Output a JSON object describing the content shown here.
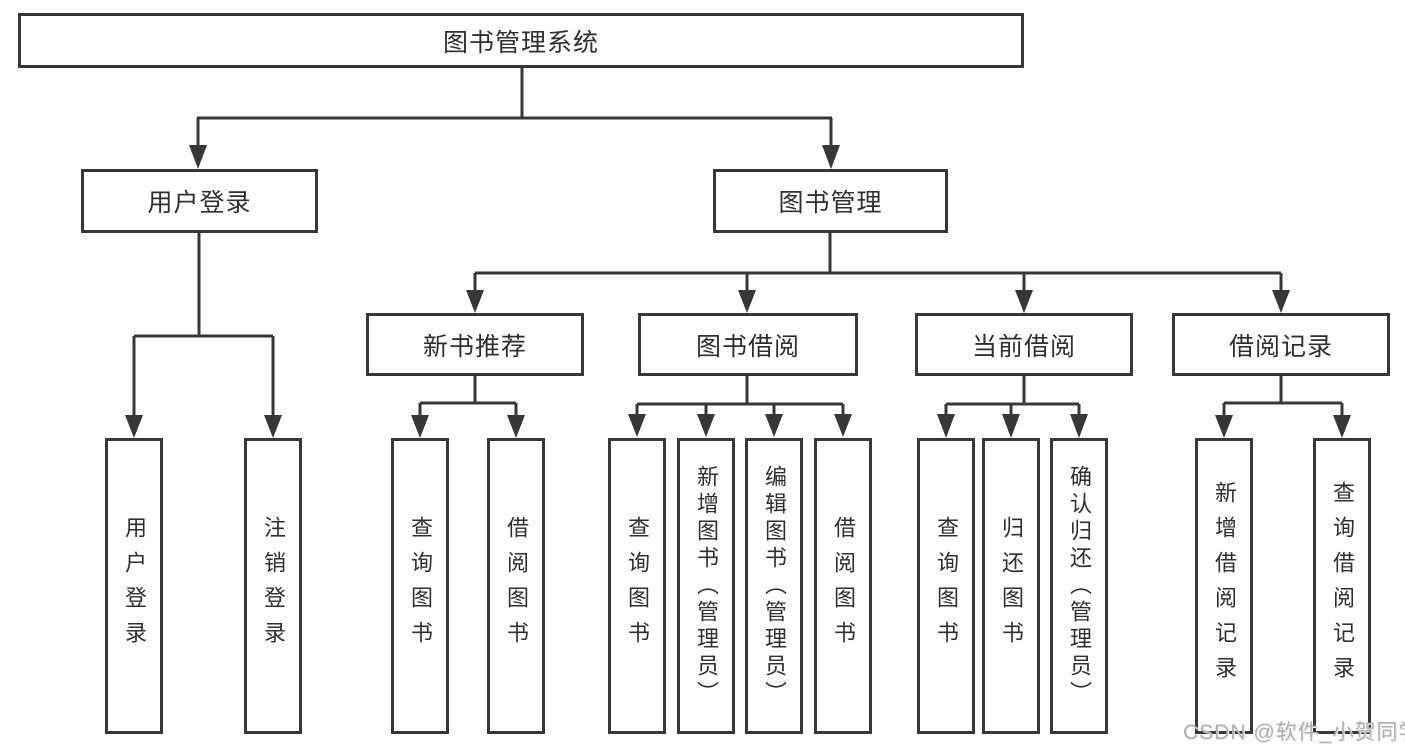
{
  "watermark": "CSDN @软件_小贺同学",
  "colors": {
    "line": "#373737",
    "text": "#2f2f2f",
    "box_background": "#ffffff",
    "watermark": "#b0b0b0"
  },
  "tree": {
    "root": "图书管理系统",
    "branches": [
      {
        "label": "用户登录",
        "children": [
          {
            "label": "用户登录"
          },
          {
            "label": "注销登录"
          }
        ]
      },
      {
        "label": "图书管理",
        "children": [
          {
            "label": "新书推荐",
            "children": [
              {
                "label": "查询图书"
              },
              {
                "label": "借阅图书"
              }
            ]
          },
          {
            "label": "图书借阅",
            "children": [
              {
                "label": "查询图书"
              },
              {
                "label": "新增图书（管理员）"
              },
              {
                "label": "编辑图书（管理员）"
              },
              {
                "label": "借阅图书"
              }
            ]
          },
          {
            "label": "当前借阅",
            "children": [
              {
                "label": "查询图书"
              },
              {
                "label": "归还图书"
              },
              {
                "label": "确认归还（管理员）"
              }
            ]
          },
          {
            "label": "借阅记录",
            "children": [
              {
                "label": "新增借阅记录"
              },
              {
                "label": "查询借阅记录"
              }
            ]
          }
        ]
      }
    ]
  }
}
